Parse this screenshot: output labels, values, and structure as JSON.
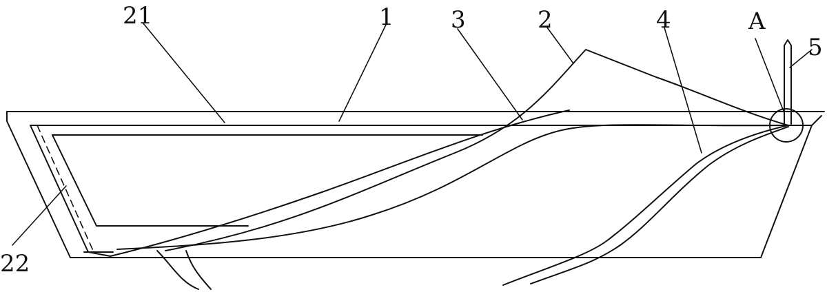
{
  "diagram": {
    "labels": {
      "l21": "21",
      "l1": "1",
      "l3": "3",
      "l2": "2",
      "l4": "4",
      "lA": "A",
      "l5": "5",
      "l22": "22"
    },
    "colors": {
      "line": "#111111",
      "background": "#ffffff"
    }
  }
}
